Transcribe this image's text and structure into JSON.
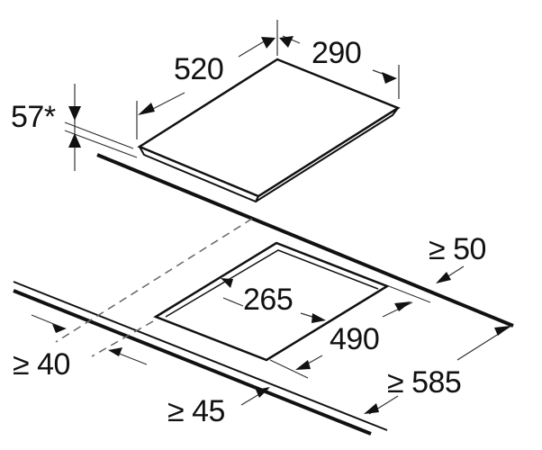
{
  "diagram": {
    "type": "hob-installation-dimensions",
    "line_color": "#111111",
    "background": "#ffffff",
    "labels": {
      "hob_width": "520",
      "hob_depth": "290",
      "hob_height": "57*",
      "cutout_width": "265",
      "cutout_depth": "490",
      "wall_clearance_back": "≥ 50",
      "worktop_depth_min": "≥ 585",
      "side_clearance": "≥ 40",
      "front_clearance": "≥ 45"
    }
  }
}
